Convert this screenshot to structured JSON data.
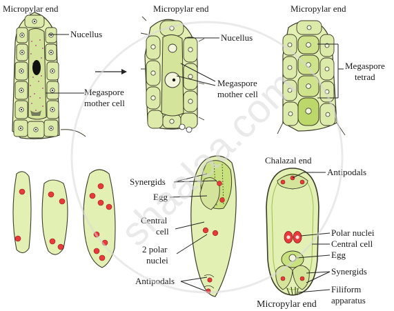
{
  "watermark": "shaalaa.com",
  "labels": {
    "p1_micropylar": "Micropylar end",
    "p1_nucellus": "Nucellus",
    "p1_mmc_1": "Megaspore",
    "p1_mmc_2": "mother cell",
    "p2_micropylar": "Micropylar end",
    "p2_nucellus": "Nucellus",
    "p2_mmc_1": "Megaspore",
    "p2_mmc_2": "mother cell",
    "p3_micropylar": "Micropylar end",
    "p3_tetrad_1": "Megaspore",
    "p3_tetrad_2": "tetrad",
    "p5_synergids": "Synergids",
    "p5_egg": "Egg",
    "p5_central_1": "Central",
    "p5_central_2": "cell",
    "p5_polar_1": "2 polar",
    "p5_polar_2": "nuclei",
    "p5_antipodals": "Antipodals",
    "p6_chalazal": "Chalazal end",
    "p6_antipodals": "Antipodals",
    "p6_polar": "Polar nuclei",
    "p6_central": "Central cell",
    "p6_egg": "Egg",
    "p6_synergids": "Synergids",
    "p6_filiform_1": "Filiform",
    "p6_filiform_2": "apparatus",
    "p6_micropylar": "Micropylar end"
  },
  "colors": {
    "cell_fill": "#e3f0b4",
    "cell_fill_dark": "#c9e07e",
    "cell_stroke": "#3b3b2a",
    "nucleus_red": "#e83a3a",
    "nucleus_dot": "#222222",
    "mmc_speckle": "#b33a8a",
    "watermark": "#d9d9d9"
  }
}
